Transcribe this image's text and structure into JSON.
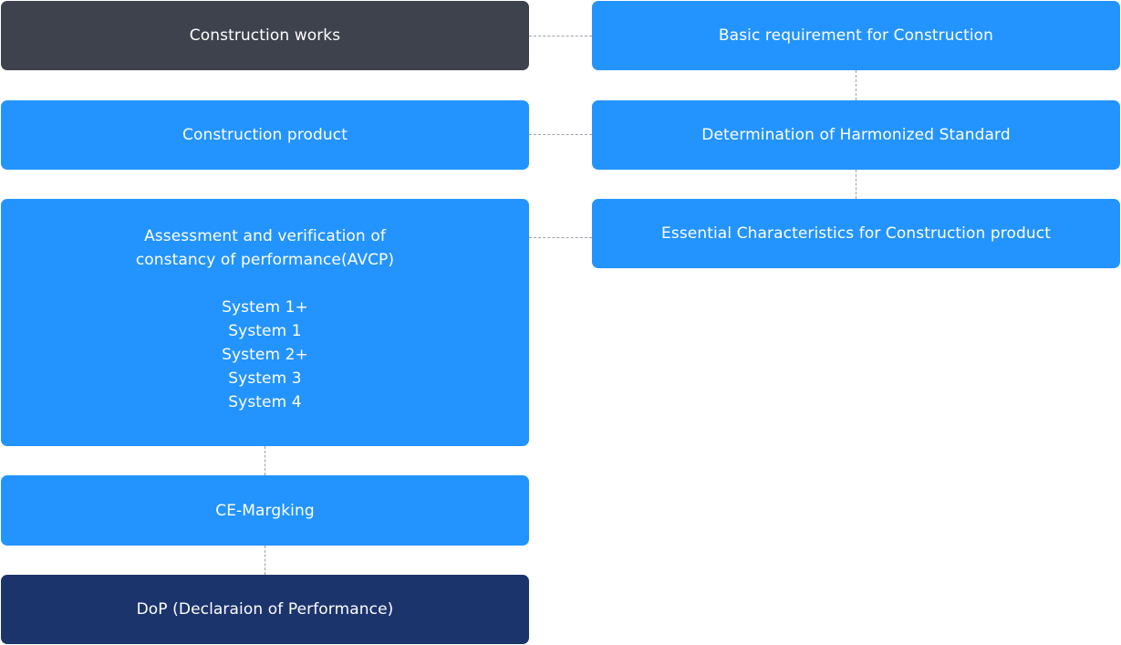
{
  "left_column": {
    "construction_works": "Construction works",
    "construction_product": "Construction product",
    "avcp": {
      "title": "Assessment and verification of\nconstancy of performance(AVCP)",
      "systems": [
        "System 1+",
        "System 1",
        "System 2+",
        "System 3",
        "System 4"
      ]
    },
    "ce_marking": "CE-Margking",
    "dop": "DoP (Declaraion of Performance)"
  },
  "right_column": {
    "basic_requirement": "Basic requirement for Construction",
    "harmonized_standard": "Determination of Harmonized Standard",
    "essential_characteristics": "Essential Characteristics for Construction product"
  },
  "colors": {
    "blue": "#2394fe",
    "dark_gray": "#3d424d",
    "navy": "#1c346c",
    "connector": "#9aa0a8"
  }
}
